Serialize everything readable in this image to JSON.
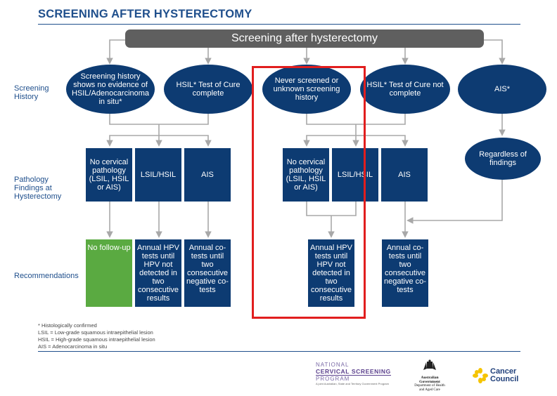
{
  "page": {
    "title": "SCREENING AFTER HYSTERECTOMY",
    "banner": "Screening after hysterectomy"
  },
  "row_labels": {
    "history": "Screening History",
    "pathology": "Pathology Findings at Hysterectomy",
    "recommendations": "Recommendations"
  },
  "history_nodes": [
    "Screening history shows no evidence of HSIL/Adenocarcinoma in situ*",
    "HSIL* Test of Cure complete",
    "Never screened or unknown screening history",
    "HSIL* Test of Cure not complete",
    "AIS*"
  ],
  "regardless": "Regardless of findings",
  "pathology_left": [
    "No cervical pathology (LSIL, HSIL or AIS)",
    "LSIL/HSIL",
    "AIS"
  ],
  "pathology_right": [
    "No cervical pathology (LSIL, HSIL or AIS)",
    "LSIL/HSIL",
    "AIS"
  ],
  "recommendations": [
    "No follow-up",
    "Annual HPV tests until HPV not detected in two consecutive results",
    "Annual co-tests until two consecutive negative co-tests",
    "Annual HPV tests until HPV not detected in two consecutive results",
    "Annual co-tests until two consecutive negative co-tests"
  ],
  "footnotes": [
    "* Histologically confirmed",
    "LSIL = Low-grade squamous intraepithelial lesion",
    "HSIL = High-grade squamous intraepithelial lesion",
    "AIS = Adenocarcinoma in situ"
  ],
  "logos": {
    "ncsp_line1": "NATIONAL",
    "ncsp_line2": "CERVICAL SCREENING",
    "ncsp_line3": "PROGRAM",
    "ncsp_tagline": "A joint Australian, State and Territory Government Program",
    "gov_line1": "Australian Government",
    "gov_line2": "Department of Health and Aged Care",
    "cc_line1": "Cancer",
    "cc_line2": "Council"
  },
  "colors": {
    "navy": "#0d3b72",
    "green": "#5aaa41",
    "banner_grey": "#5f5f5f",
    "highlight_red": "#e11e1e",
    "cancer_council_yellow": "#f5c400"
  }
}
